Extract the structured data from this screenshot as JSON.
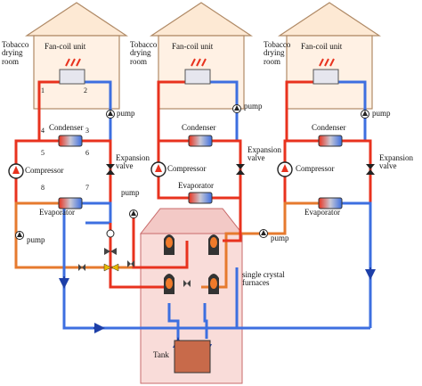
{
  "units": [
    {
      "room": "Tobacco drying room",
      "fancoil": "Fan-coil unit",
      "condenser": "Condenser",
      "compressor": "Compressor",
      "expansion": "Expansion valve",
      "evaporator": "Evaporator",
      "pump_top": "pump",
      "pump_bottom": "pump"
    },
    {
      "room": "Tobacco drying room",
      "fancoil": "Fan-coil unit",
      "condenser": "Condenser",
      "compressor": "Compressor",
      "expansion": "Expansion valve",
      "evaporator": "Evaporator",
      "pump_top": "pump",
      "pump_bottom": "pump"
    },
    {
      "room": "Tobacco drying room",
      "fancoil": "Fan-coil unit",
      "condenser": "Condenser",
      "compressor": "Compressor",
      "expansion": "Expansion valve",
      "evaporator": "Evaporator",
      "pump_top": "pump",
      "pump_bottom": "pump"
    }
  ],
  "state_points": [
    "1",
    "2",
    "3",
    "4",
    "5",
    "6",
    "7",
    "8"
  ],
  "furnace_label": "single crystal furnaces",
  "tank_label": "Tank",
  "colors": {
    "hot": "#e8321e",
    "warm": "#e67a2e",
    "cold": "#3d6fe0",
    "room_fill": "#fff1e4",
    "furnace_fill": "#f7d3d0"
  }
}
